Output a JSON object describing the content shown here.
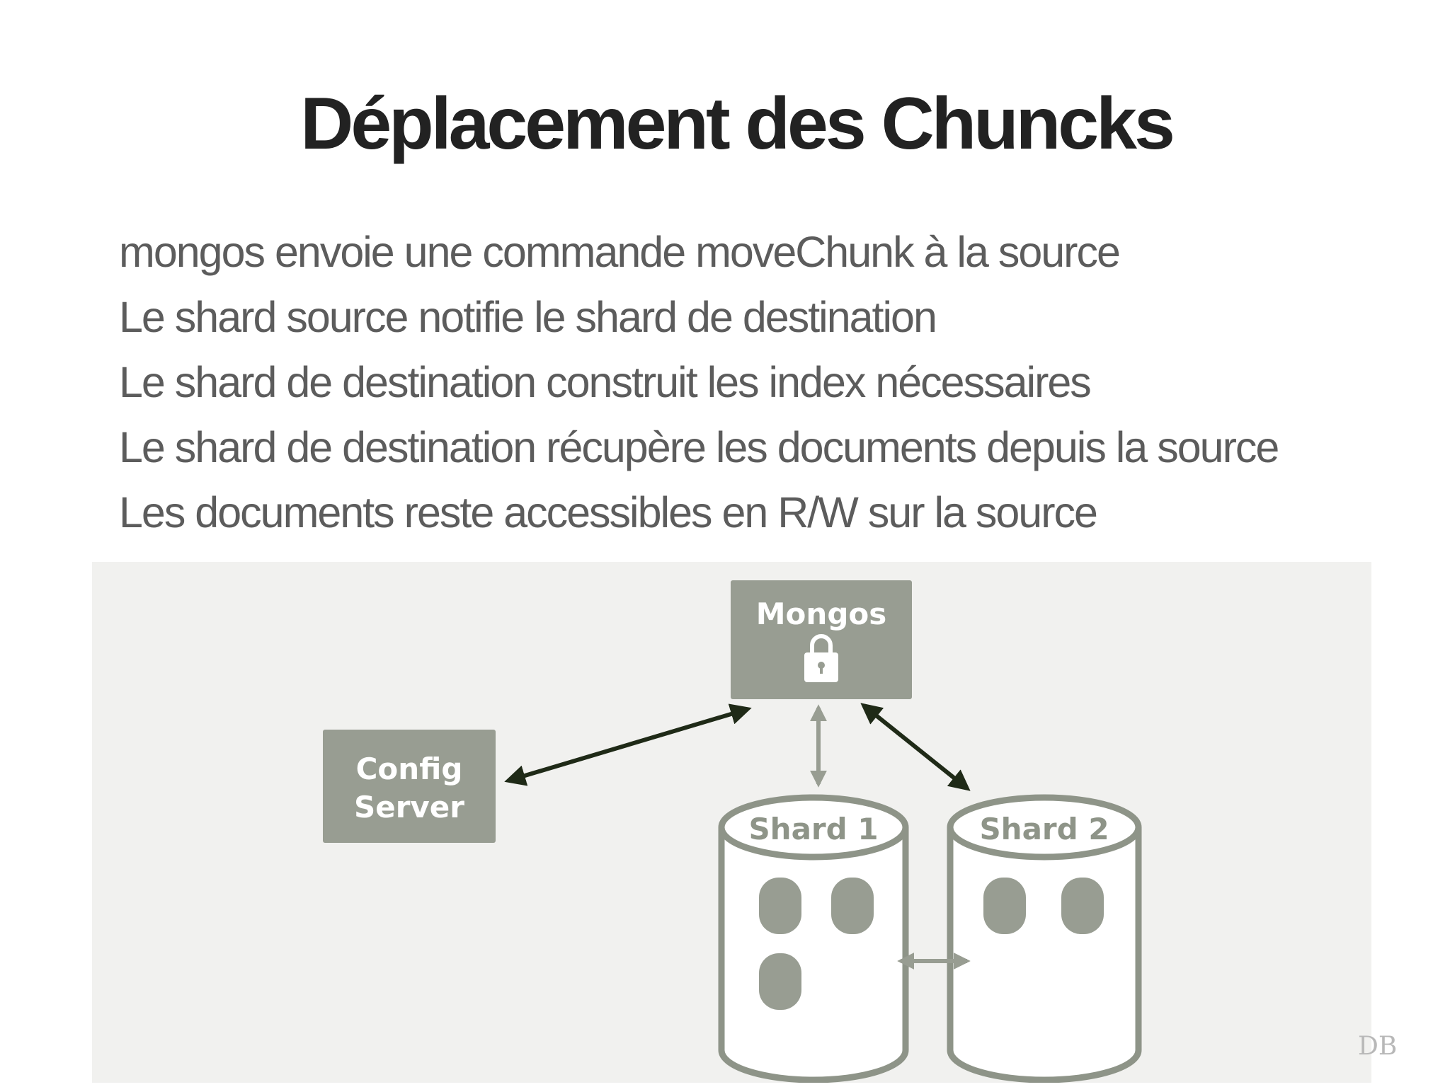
{
  "slide": {
    "title": "Déplacement des Chuncks",
    "bullets": [
      "mongos envoie une commande moveChunk à la source",
      "Le shard source notifie le shard de destination",
      "Le shard de destination construit les index nécessaires",
      "Le shard de destination récupère les documents depuis la source",
      "Les documents reste accessibles en R/W sur la source"
    ],
    "footer_mark": "DB"
  },
  "diagram": {
    "mongos": {
      "label": "Mongos",
      "icon": "lock-icon"
    },
    "config_server": {
      "label_line1": "Config",
      "label_line2": "Server"
    },
    "shard1": {
      "label": "Shard 1",
      "chunk_count": 3
    },
    "shard2": {
      "label": "Shard 2",
      "chunk_count": 2
    },
    "connections": [
      {
        "from": "config_server",
        "to": "mongos",
        "style": "dark",
        "bidirectional": true
      },
      {
        "from": "mongos",
        "to": "shard1",
        "style": "light",
        "bidirectional": true
      },
      {
        "from": "mongos",
        "to": "shard2",
        "style": "dark",
        "bidirectional": true
      },
      {
        "from": "shard1",
        "to": "shard2",
        "style": "light",
        "bidirectional": true
      }
    ]
  },
  "colors": {
    "title": "#222222",
    "bullet_text": "#5c5c5c",
    "panel_background": "#f1f1ef",
    "node_fill": "#989d92",
    "arrow_dark": "#1f2a17",
    "arrow_light": "#989d92",
    "shard_outline": "#8e9488"
  }
}
